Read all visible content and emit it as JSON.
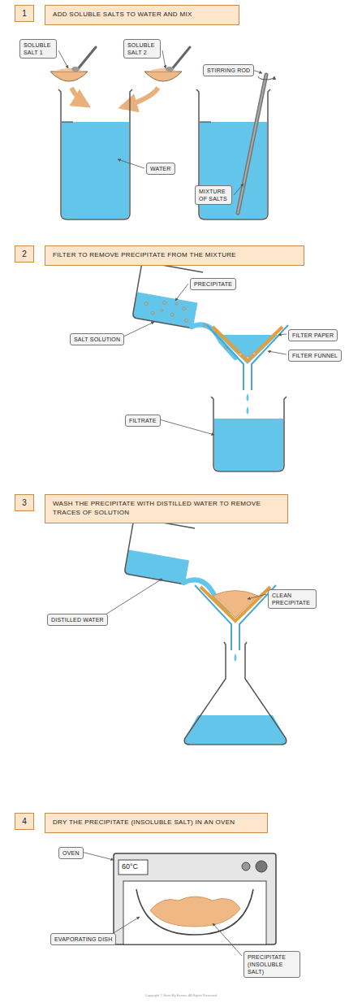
{
  "diagram": {
    "nodes": [
      {
        "text": [
          "1"
        ]
      },
      {
        "text": [
          "ADD SOLUBLE SALTS TO WATER AND MIX"
        ]
      },
      {
        "text": [
          "SOLUBLE SALT 1"
        ]
      },
      {
        "text": [
          "SOLUBLE SALT 2"
        ]
      },
      {
        "text": [
          "STIRRING ROD"
        ]
      },
      {
        "text": [
          "WATER"
        ]
      },
      {
        "text": [
          "MIXTURE OF SALTS"
        ]
      },
      {
        "text": [
          "2"
        ]
      },
      {
        "text": [
          "FILTER TO REMOVE PRECIPITATE FROM THE MIXTURE"
        ]
      },
      {
        "text": [
          "PRECIPITATE"
        ]
      },
      {
        "text": [
          "FILTER PAPER"
        ]
      },
      {
        "text": [
          "SALT SOLUTION"
        ]
      },
      {
        "text": [
          "FILTER FUNNEL"
        ]
      },
      {
        "text": [
          "FILTRATE"
        ]
      },
      {
        "text": [
          "3"
        ]
      },
      {
        "text": [
          "WASH THE PRECIPITATE WITH DISTILLED WATER TO REMOVE TRACES OF SOLUTION"
        ]
      },
      {
        "text": [
          "CLEAN PRECIPITATE"
        ]
      },
      {
        "text": [
          "DISTILLED WATER"
        ]
      },
      {
        "text": [
          "4"
        ]
      },
      {
        "text": [
          "DRY THE PRECIPITATE (INSOLUBLE SALT) IN AN OVEN"
        ]
      },
      {
        "text": [
          "OVEN"
        ]
      },
      {
        "text": [
          "EVAPORATING DISH"
        ]
      },
      {
        "text": [
          "PRECIPITATE (INSOLUBLE SALT)"
        ]
      }
    ],
    "labels": [
      "60°C",
      "Copyright © Save My Exams. All Rights Reserved"
    ]
  }
}
